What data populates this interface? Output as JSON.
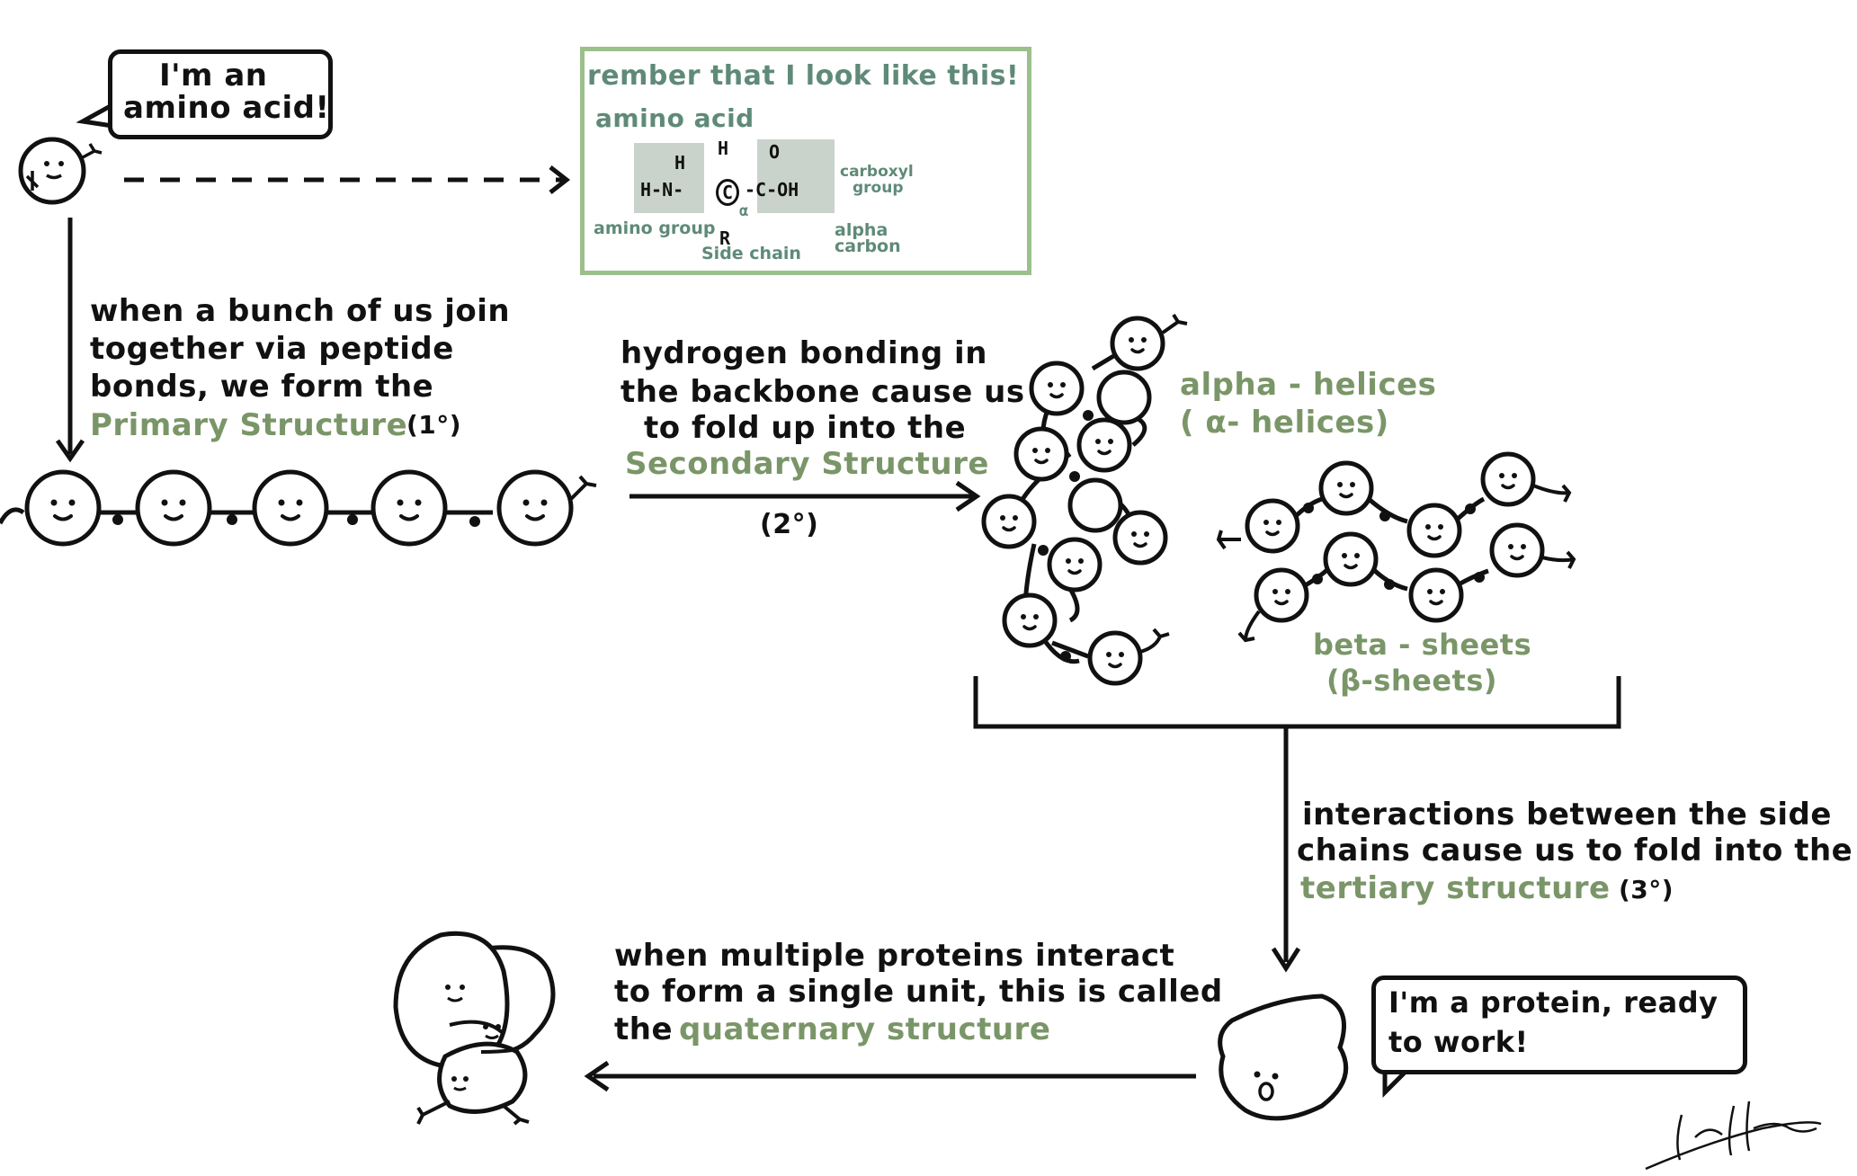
{
  "colors": {
    "ink": "#111111",
    "accent_green": "#7a9668",
    "box_border": "#9bc08c",
    "box_text": "#5f8a78",
    "shade": "#c9d3cb"
  },
  "amino_bubble": {
    "line1": "I'm an",
    "line2": "amino acid!"
  },
  "reminder_box": {
    "title": "rember that I look like this!",
    "subtitle": "amino acid",
    "formula_left": "H-N-",
    "formula_h_top": "H",
    "formula_h_left": "H",
    "formula_center": "C",
    "formula_right": "-C-OH",
    "formula_o": "O",
    "formula_r": "R",
    "alpha_symbol": "α",
    "amino_group": "amino group",
    "carboxyl_group_1": "carboxyl",
    "carboxyl_group_2": "group",
    "side_chain": "Side chain",
    "alpha_carbon_1": "alpha",
    "alpha_carbon_2": "carbon"
  },
  "primary": {
    "line1": "when a bunch of us join",
    "line2": "together via peptide",
    "line3": "bonds, we form the",
    "highlight": "Primary Structure",
    "degree": "(1°)"
  },
  "secondary": {
    "line1": "hydrogen bonding in",
    "line2": "the backbone cause us",
    "line3": "to fold up into the",
    "highlight": "Secondary Structure",
    "degree": "(2°)"
  },
  "alpha_helices": {
    "line1": "alpha - helices",
    "line2": "( α- helices)"
  },
  "beta_sheets": {
    "line1": "beta - sheets",
    "line2": "(β-sheets)"
  },
  "tertiary": {
    "line1": "interactions between the side",
    "line2": "chains cause us to fold into the",
    "highlight": "tertiary structure",
    "degree": "(3°)"
  },
  "protein_bubble": {
    "line1": "I'm a protein, ready",
    "line2": "to work!"
  },
  "quaternary": {
    "line1": "when multiple proteins interact",
    "line2": "to form a single unit, this is called",
    "line3_prefix": "the",
    "highlight": "quaternary structure"
  },
  "signature_icon": "handwritten-signature"
}
